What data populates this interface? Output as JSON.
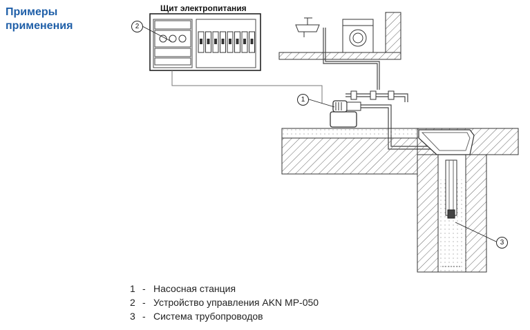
{
  "heading": "Примеры\nприменения",
  "panel_title": "Щит электропитания",
  "callouts": [
    "1",
    "2",
    "3"
  ],
  "legend": [
    {
      "num": "1",
      "text": "Насосная станция"
    },
    {
      "num": "2",
      "text": "Устройство управления AKN MP-050"
    },
    {
      "num": "3",
      "text": "Система трубопроводов"
    }
  ],
  "legend_dash": "-",
  "colors": {
    "heading": "#1f5fa8",
    "lines": "#333333",
    "hatch": "#555555"
  }
}
